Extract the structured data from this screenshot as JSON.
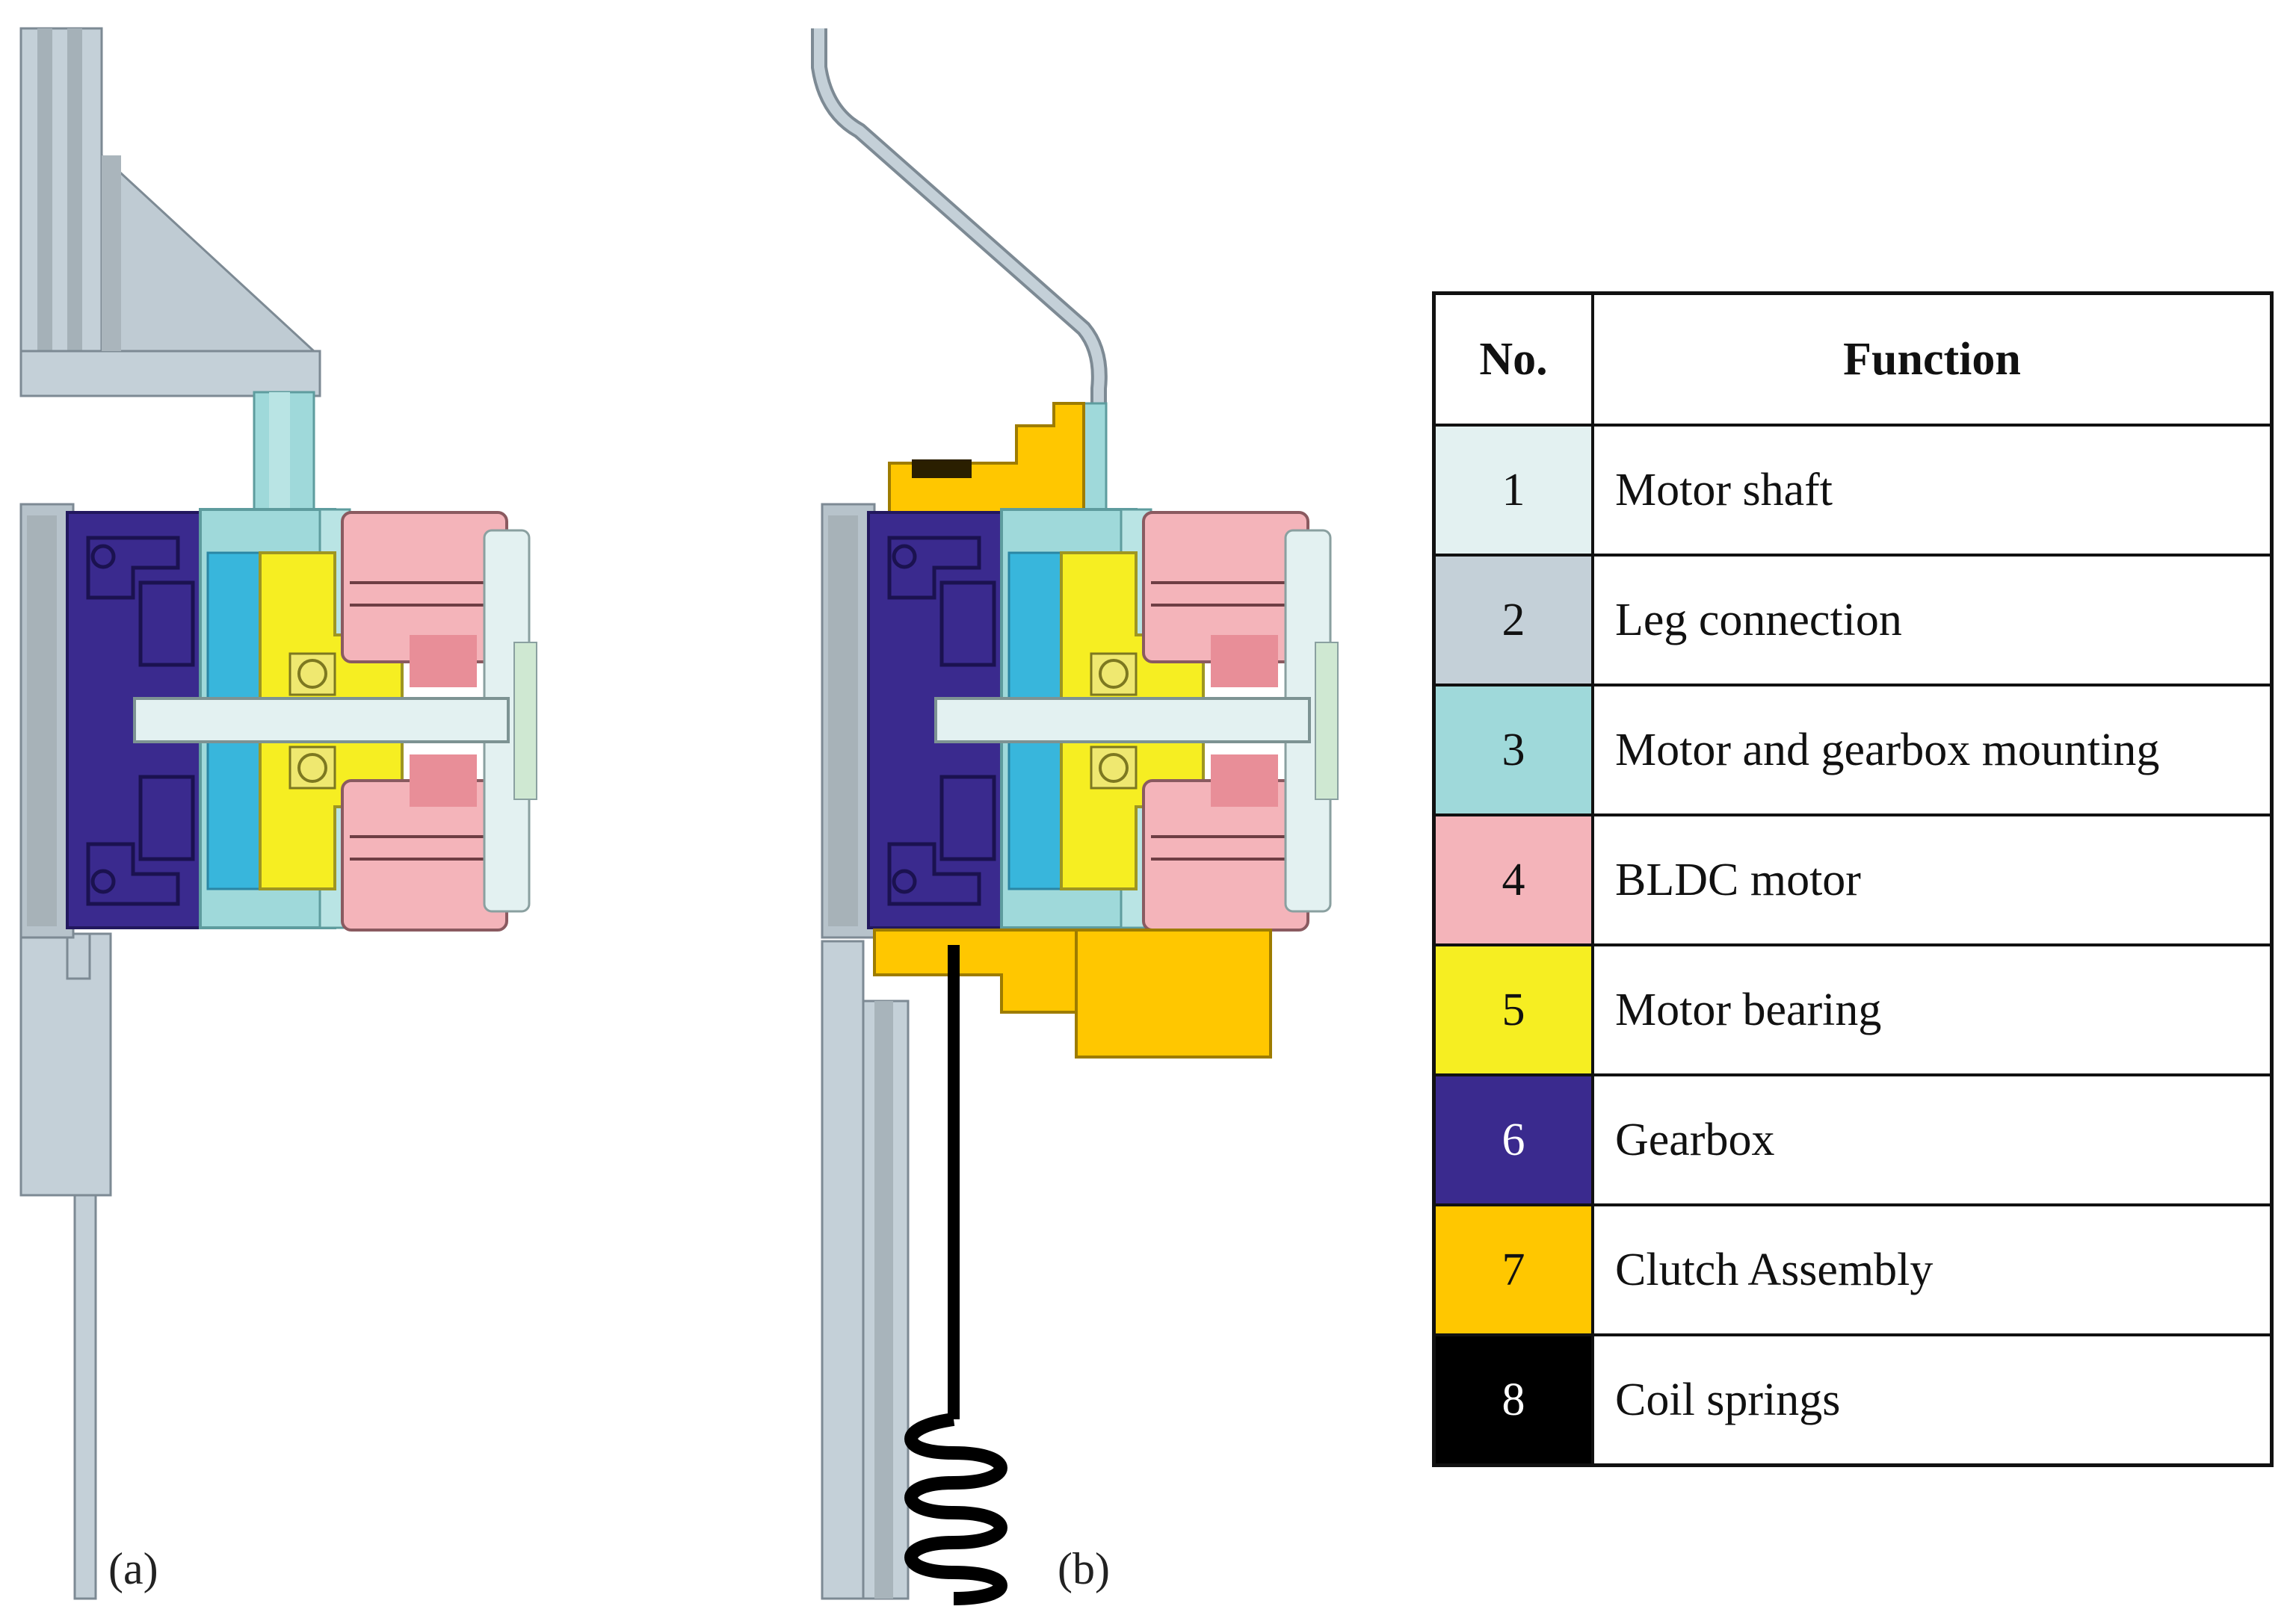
{
  "panels": {
    "a": {
      "label": "(a)"
    },
    "b": {
      "label": "(b)"
    }
  },
  "table": {
    "headers": {
      "no": "No.",
      "function": "Function"
    },
    "rows": [
      {
        "no": "1",
        "function": "Motor shaft",
        "color": "#e3f1f1"
      },
      {
        "no": "2",
        "function": "Leg connection",
        "color": "#c4d0d8"
      },
      {
        "no": "3",
        "function": "Motor and gearbox mounting",
        "color": "#9fd9da"
      },
      {
        "no": "4",
        "function": "BLDC motor",
        "color": "#f4b4ba"
      },
      {
        "no": "5",
        "function": "Motor bearing",
        "color": "#f6ee22"
      },
      {
        "no": "6",
        "function": "Gearbox",
        "color": "#3a2a8e"
      },
      {
        "no": "7",
        "function": "Clutch Assembly",
        "color": "#ffc700"
      },
      {
        "no": "8",
        "function": "Coil springs",
        "color": "#000000"
      }
    ]
  }
}
